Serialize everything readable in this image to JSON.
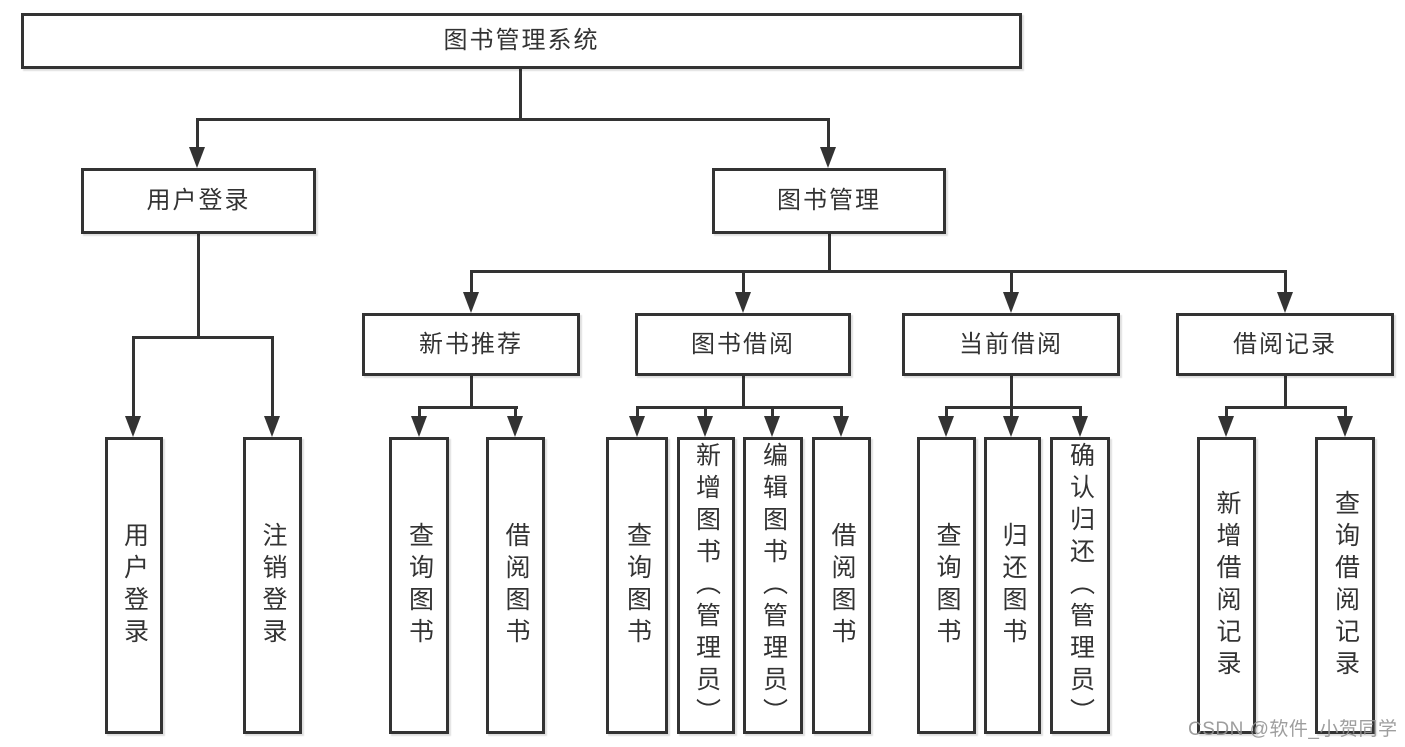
{
  "tree": {
    "root": {
      "label": "图书管理系统",
      "children": [
        {
          "label": "用户登录",
          "children": [
            {
              "label": "用户登录"
            },
            {
              "label": "注销登录"
            }
          ]
        },
        {
          "label": "图书管理",
          "children": [
            {
              "label": "新书推荐",
              "children": [
                {
                  "label": "查询图书"
                },
                {
                  "label": "借阅图书"
                }
              ]
            },
            {
              "label": "图书借阅",
              "children": [
                {
                  "label": "查询图书"
                },
                {
                  "label": "新增图书（管理员）"
                },
                {
                  "label": "编辑图书（管理员）"
                },
                {
                  "label": "借阅图书"
                }
              ]
            },
            {
              "label": "当前借阅",
              "children": [
                {
                  "label": "查询图书"
                },
                {
                  "label": "归还图书"
                },
                {
                  "label": "确认归还（管理员）"
                }
              ]
            },
            {
              "label": "借阅记录",
              "children": [
                {
                  "label": "新增借阅记录"
                },
                {
                  "label": "查询借阅记录"
                }
              ]
            }
          ]
        }
      ]
    }
  },
  "watermark": {
    "text": "CSDN @软件_小贺同学"
  },
  "colors": {
    "line": "#333333",
    "text": "#333333",
    "box_background": "#ffffff",
    "page_background": "#ffffff",
    "watermark": "#949494"
  }
}
